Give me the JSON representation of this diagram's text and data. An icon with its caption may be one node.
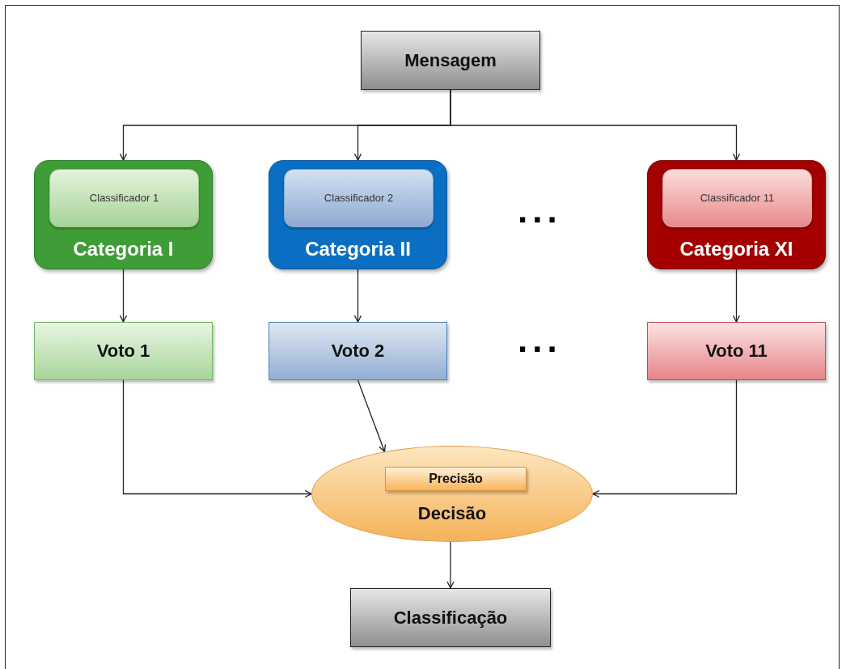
{
  "diagram": {
    "nodes": [
      {
        "text": [
          "Mensagem"
        ]
      },
      {
        "text": [
          "Categoria I"
        ]
      },
      {
        "text": [
          "Classificador 1"
        ],
        "in": 1
      },
      {
        "text": [
          "Categoria II"
        ]
      },
      {
        "text": [
          "Classificador 2"
        ],
        "in": 3
      },
      {
        "text": [
          "Categoria XI"
        ]
      },
      {
        "text": [
          "Classificador 11"
        ],
        "in": 5
      },
      {
        "text": [
          "Voto 1"
        ]
      },
      {
        "text": [
          "Voto 2"
        ]
      },
      {
        "text": [
          "Voto 11"
        ]
      },
      {
        "text": [
          "Decisão"
        ]
      },
      {
        "text": [
          "Precisão"
        ],
        "in": 10
      },
      {
        "text": [
          "Classificação"
        ]
      }
    ],
    "edges": [
      {
        "from": 0,
        "to": 1,
        "arrow": "to"
      },
      {
        "from": 0,
        "to": 3,
        "arrow": "to"
      },
      {
        "from": 0,
        "to": 5,
        "arrow": "to"
      },
      {
        "from": 1,
        "to": 7,
        "arrow": "to"
      },
      {
        "from": 3,
        "to": 8,
        "arrow": "to"
      },
      {
        "from": 5,
        "to": 9,
        "arrow": "to"
      },
      {
        "from": 7,
        "to": 10,
        "arrow": "to"
      },
      {
        "from": 8,
        "to": 10,
        "arrow": "to"
      },
      {
        "from": 9,
        "to": 10,
        "arrow": "to"
      },
      {
        "from": 10,
        "to": 12,
        "arrow": "to"
      }
    ],
    "labels": [
      "...",
      "..."
    ]
  }
}
